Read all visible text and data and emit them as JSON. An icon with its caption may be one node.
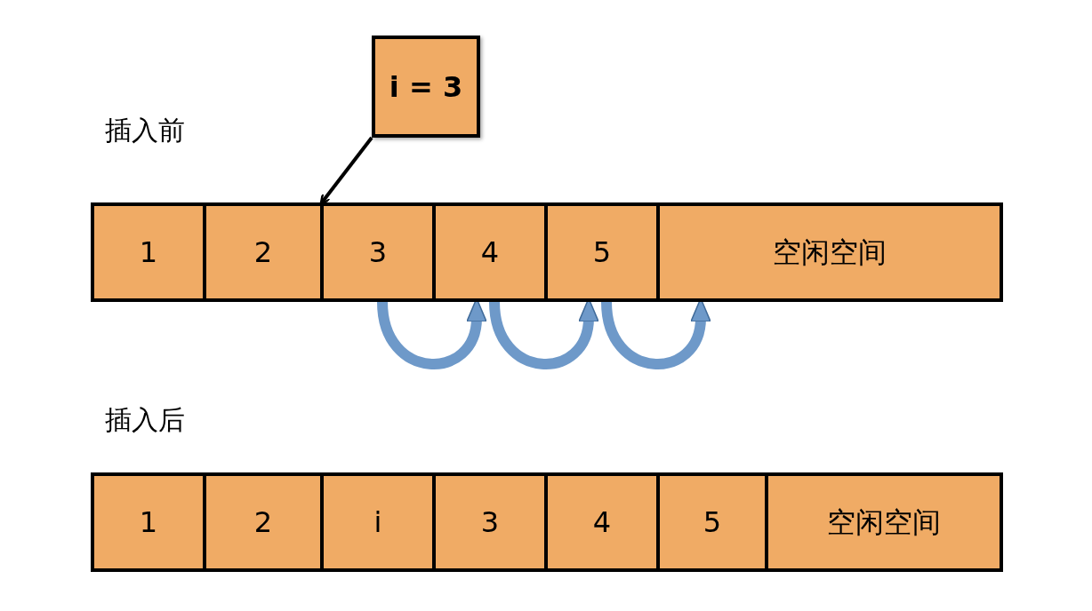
{
  "diagram": {
    "nodes": [
      {
        "text": [
          "i = 3"
        ]
      },
      {
        "text": [
          "1"
        ]
      },
      {
        "text": [
          "2"
        ]
      },
      {
        "text": [
          "3"
        ]
      },
      {
        "text": [
          "4"
        ]
      },
      {
        "text": [
          "5"
        ]
      },
      {
        "text": [
          "空闲空间"
        ]
      },
      {
        "text": [
          "1"
        ]
      },
      {
        "text": [
          "2"
        ]
      },
      {
        "text": [
          "i"
        ]
      },
      {
        "text": [
          "3"
        ]
      },
      {
        "text": [
          "4"
        ]
      },
      {
        "text": [
          "5"
        ]
      },
      {
        "text": [
          "空闲空间"
        ]
      }
    ],
    "edges": [
      {
        "from": 0,
        "to": 3,
        "arrow": "to",
        "color": "#000000"
      },
      {
        "from": 3,
        "to": 4,
        "arrow": "to"
      },
      {
        "from": 4,
        "to": 5,
        "arrow": "to"
      },
      {
        "from": 5,
        "to": 6,
        "arrow": "to"
      }
    ],
    "labels": [
      "插入前",
      "插入后"
    ]
  }
}
